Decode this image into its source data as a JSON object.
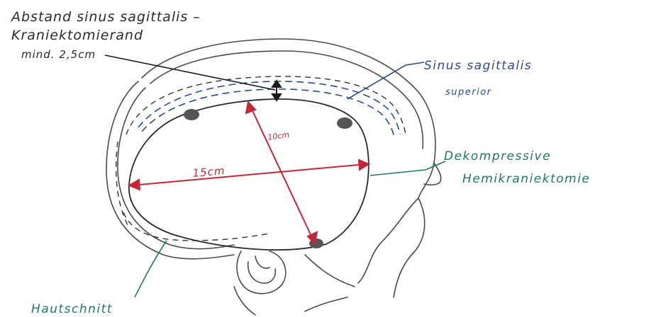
{
  "labels": {
    "distance_line1": "Abstand sinus sagittalis –",
    "distance_line2": "Kraniektomierand",
    "distance_line3": "mind. 2,5cm",
    "sinus_line1": "Sinus sagittalis",
    "sinus_line2": "superior",
    "decomp_line1": "Dekompressive",
    "decomp_line2": "Hemikraniektomie",
    "skin_incision": "Hautschnitt",
    "width_measure": "15cm",
    "height_measure": "10cm"
  },
  "colors": {
    "ink_black": "#2a2a2a",
    "ink_blue": "#2c4a8a",
    "ink_green": "#1f7a5a",
    "ink_red": "#c0283a",
    "burr_hole": "#555555"
  },
  "icons": [
    "burr-hole-marker",
    "double-arrow-icon"
  ]
}
